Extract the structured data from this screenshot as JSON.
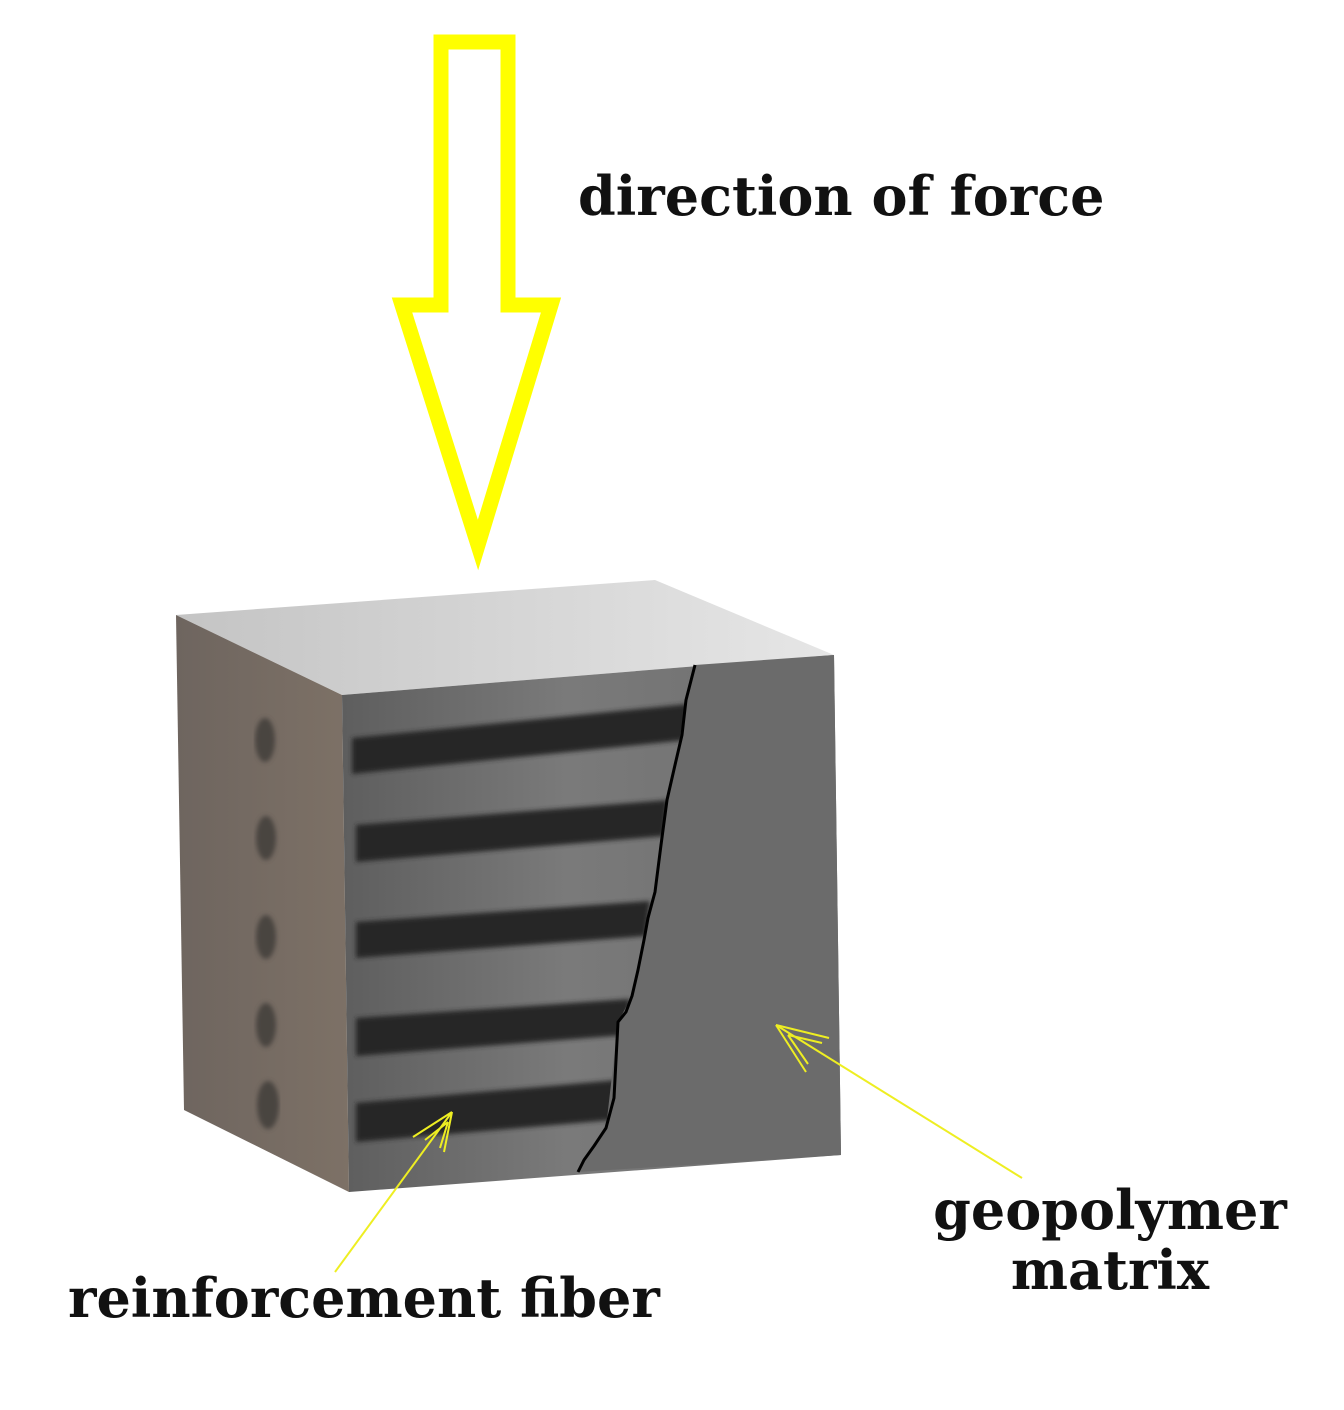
{
  "labels": {
    "force": "direction of force",
    "fiber": "reinforcement fiber",
    "matrix_line1": "geopolymer",
    "matrix_line2": "matrix"
  },
  "icons": {
    "force_arrow": "down-arrow-outline-icon",
    "pointer_arrow": "thin-arrow-icon"
  },
  "colors": {
    "force_arrow": "#ffff00",
    "pointer_arrow": "#eeee22",
    "crack": "#000000",
    "fiber": "#262626",
    "top_face": "#d9d9d9",
    "left_face": "#73675f",
    "front_face": "#707070",
    "text": "#111111"
  },
  "specimen": {
    "fiber_count": 5,
    "fiber_end_holes": 5
  }
}
